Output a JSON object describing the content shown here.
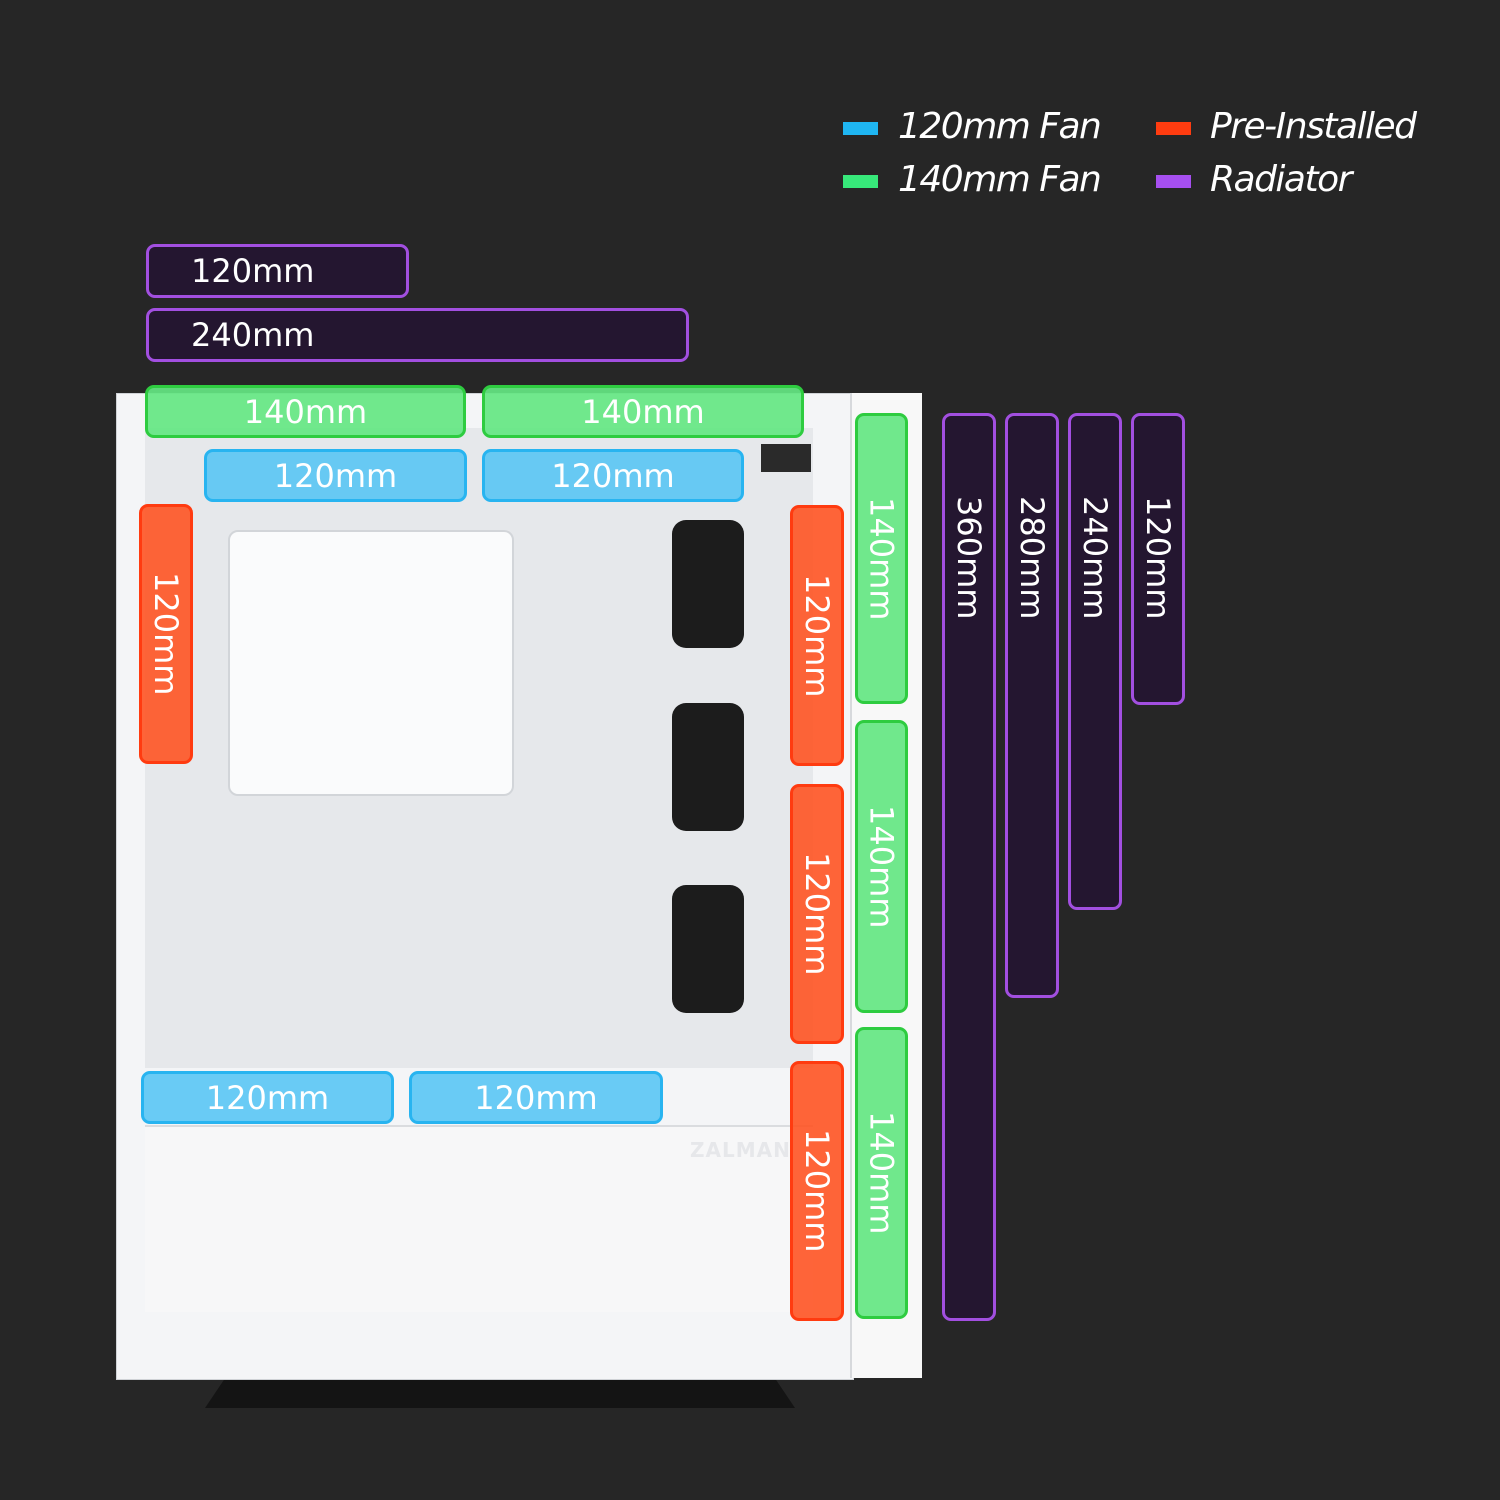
{
  "legend": [
    {
      "label": "120mm Fan",
      "color": "#1fb6f2"
    },
    {
      "label": "140mm Fan",
      "color": "#37e87a"
    },
    {
      "label": "Pre-Installed",
      "color": "#ff3c10"
    },
    {
      "label": "Radiator",
      "color": "#a64ff0"
    }
  ],
  "radiator_top": [
    "120mm",
    "240mm"
  ],
  "top_140": [
    "140mm",
    "140mm"
  ],
  "top_120": [
    "120mm",
    "120mm"
  ],
  "rear_preinstalled": "120mm",
  "front_preinstalled": [
    "120mm",
    "120mm",
    "120mm"
  ],
  "front_140": [
    "140mm",
    "140mm",
    "140mm"
  ],
  "radiator_front": [
    "360mm",
    "280mm",
    "240mm",
    "120mm"
  ],
  "bottom_120": [
    "120mm",
    "120mm"
  ],
  "case_brand": "ZALMAN"
}
